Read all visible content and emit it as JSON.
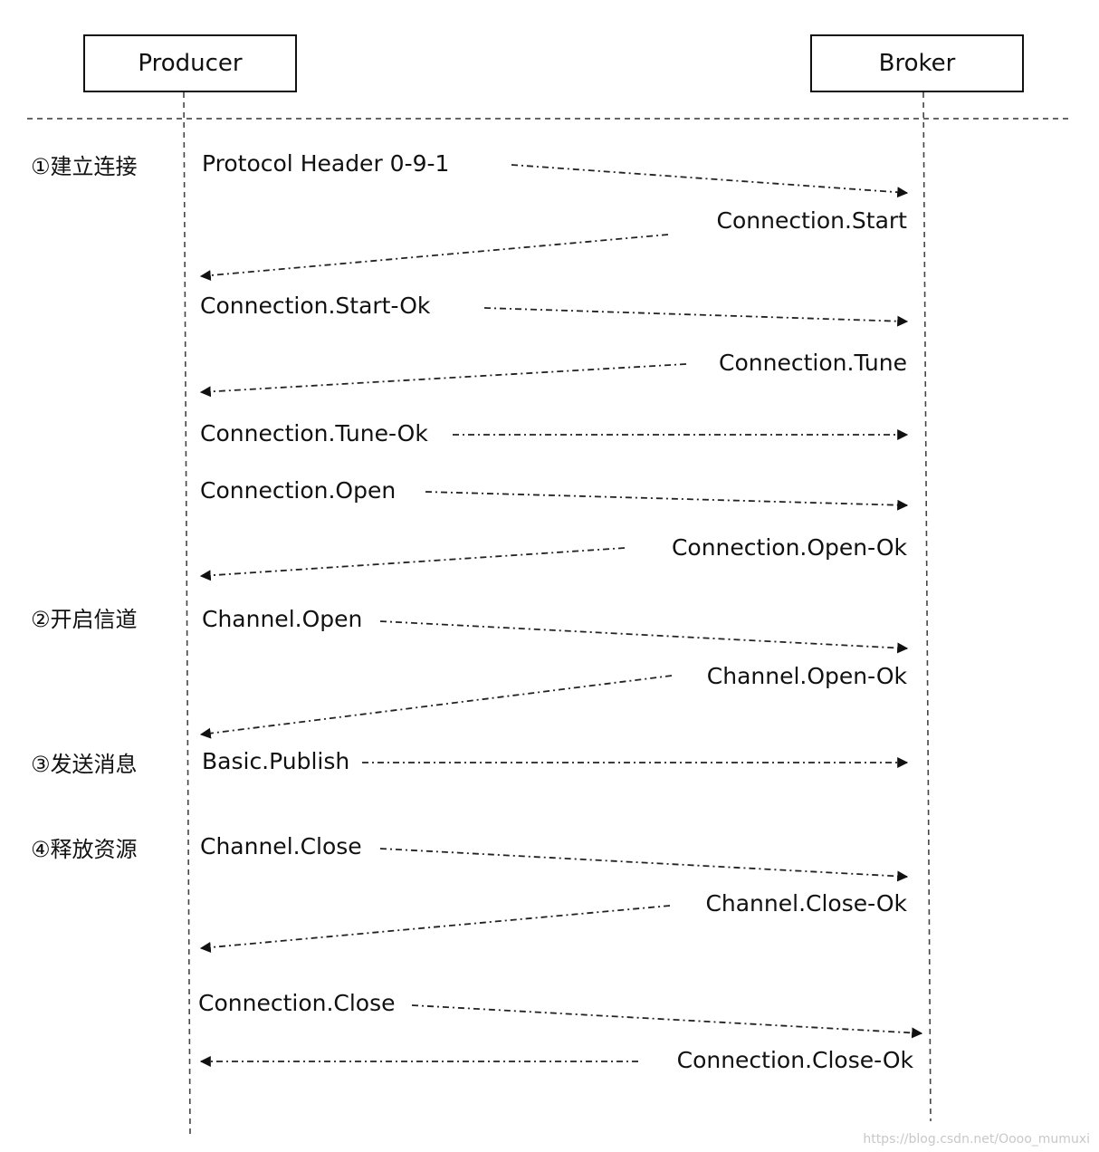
{
  "participants": {
    "producer": "Producer",
    "broker": "Broker"
  },
  "phases": [
    "①建立连接",
    "②开启信道",
    "③发送消息",
    "④释放资源"
  ],
  "messages": [
    {
      "label": "Protocol Header 0-9-1",
      "direction": "to-broker"
    },
    {
      "label": "Connection.Start",
      "direction": "to-producer"
    },
    {
      "label": "Connection.Start-Ok",
      "direction": "to-broker"
    },
    {
      "label": "Connection.Tune",
      "direction": "to-producer"
    },
    {
      "label": "Connection.Tune-Ok",
      "direction": "to-broker"
    },
    {
      "label": "Connection.Open",
      "direction": "to-broker"
    },
    {
      "label": "Connection.Open-Ok",
      "direction": "to-producer"
    },
    {
      "label": "Channel.Open",
      "direction": "to-broker"
    },
    {
      "label": "Channel.Open-Ok",
      "direction": "to-producer"
    },
    {
      "label": "Basic.Publish",
      "direction": "to-broker"
    },
    {
      "label": "Channel.Close",
      "direction": "to-broker"
    },
    {
      "label": "Channel.Close-Ok",
      "direction": "to-producer"
    },
    {
      "label": "Connection.Close",
      "direction": "to-broker"
    },
    {
      "label": "Connection.Close-Ok",
      "direction": "to-producer"
    }
  ],
  "watermark": "https://blog.csdn.net/Oooo_mumuxi"
}
